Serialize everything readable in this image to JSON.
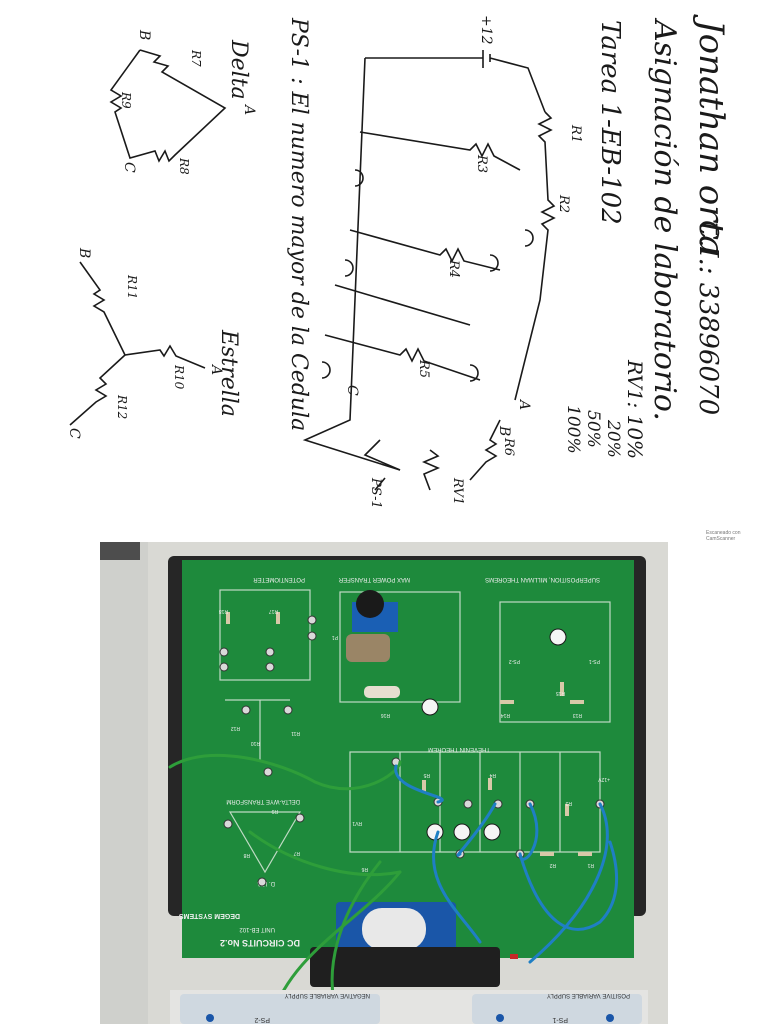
{
  "notes": {
    "name": "Jonathan orta",
    "ci": "C.I.: 33896070",
    "assignment": "Asignación de laboratorio.",
    "task": "Tarea 1-EB-102",
    "rv_header": "RV1: 10%",
    "rv_values": [
      "20%",
      "50%",
      "100%"
    ],
    "ps_note": "PS-1 : El numero mayor de la Cedula",
    "delta_title": "Delta",
    "estrella_title": "Estrella",
    "supply": "+12",
    "resistors": [
      "R1",
      "R2",
      "R3",
      "R4",
      "R5",
      "R6",
      "RV1",
      "PS-1"
    ],
    "delta_resistors": [
      "R7",
      "R8",
      "R9"
    ],
    "star_resistors": [
      "R11",
      "R10",
      "R12"
    ],
    "nodes": [
      "A",
      "B",
      "C"
    ]
  },
  "credit": "Escaneado con CamScanner",
  "board": {
    "title": "DC CIRCUITS No.2",
    "unit": "UNIT EB-102",
    "brand": "DEGEM SYSTEMS",
    "sections": [
      "POTENTIOMETER",
      "MAX POWER TRANSFER",
      "SUPERPOSITION, MILLMAN THEOREMS",
      "DELTA-WYE TRANSFORM",
      "THEVENIN THEOREM",
      "D. LTA"
    ],
    "labels": [
      "R18",
      "R17",
      "P1",
      "R16",
      "R15",
      "R14",
      "R13",
      "PS-1",
      "PS-2",
      "R12",
      "R11",
      "R10",
      "R9",
      "R8",
      "R7",
      "R6",
      "R5",
      "R4",
      "R3",
      "R2",
      "R1",
      "RV1",
      "+12V"
    ],
    "supply_positive": "POSITIVE VARIABLE SUPPLY",
    "supply_negative": "NEGATIVE VARIABLE SUPPLY",
    "supply_ps1": "PS-1",
    "supply_ps2": "PS-2"
  },
  "colors": {
    "pcb": "#1e8a3c",
    "wire_green": "#2e9e3a",
    "wire_blue": "#1f7fc4",
    "frame": "#262626"
  }
}
